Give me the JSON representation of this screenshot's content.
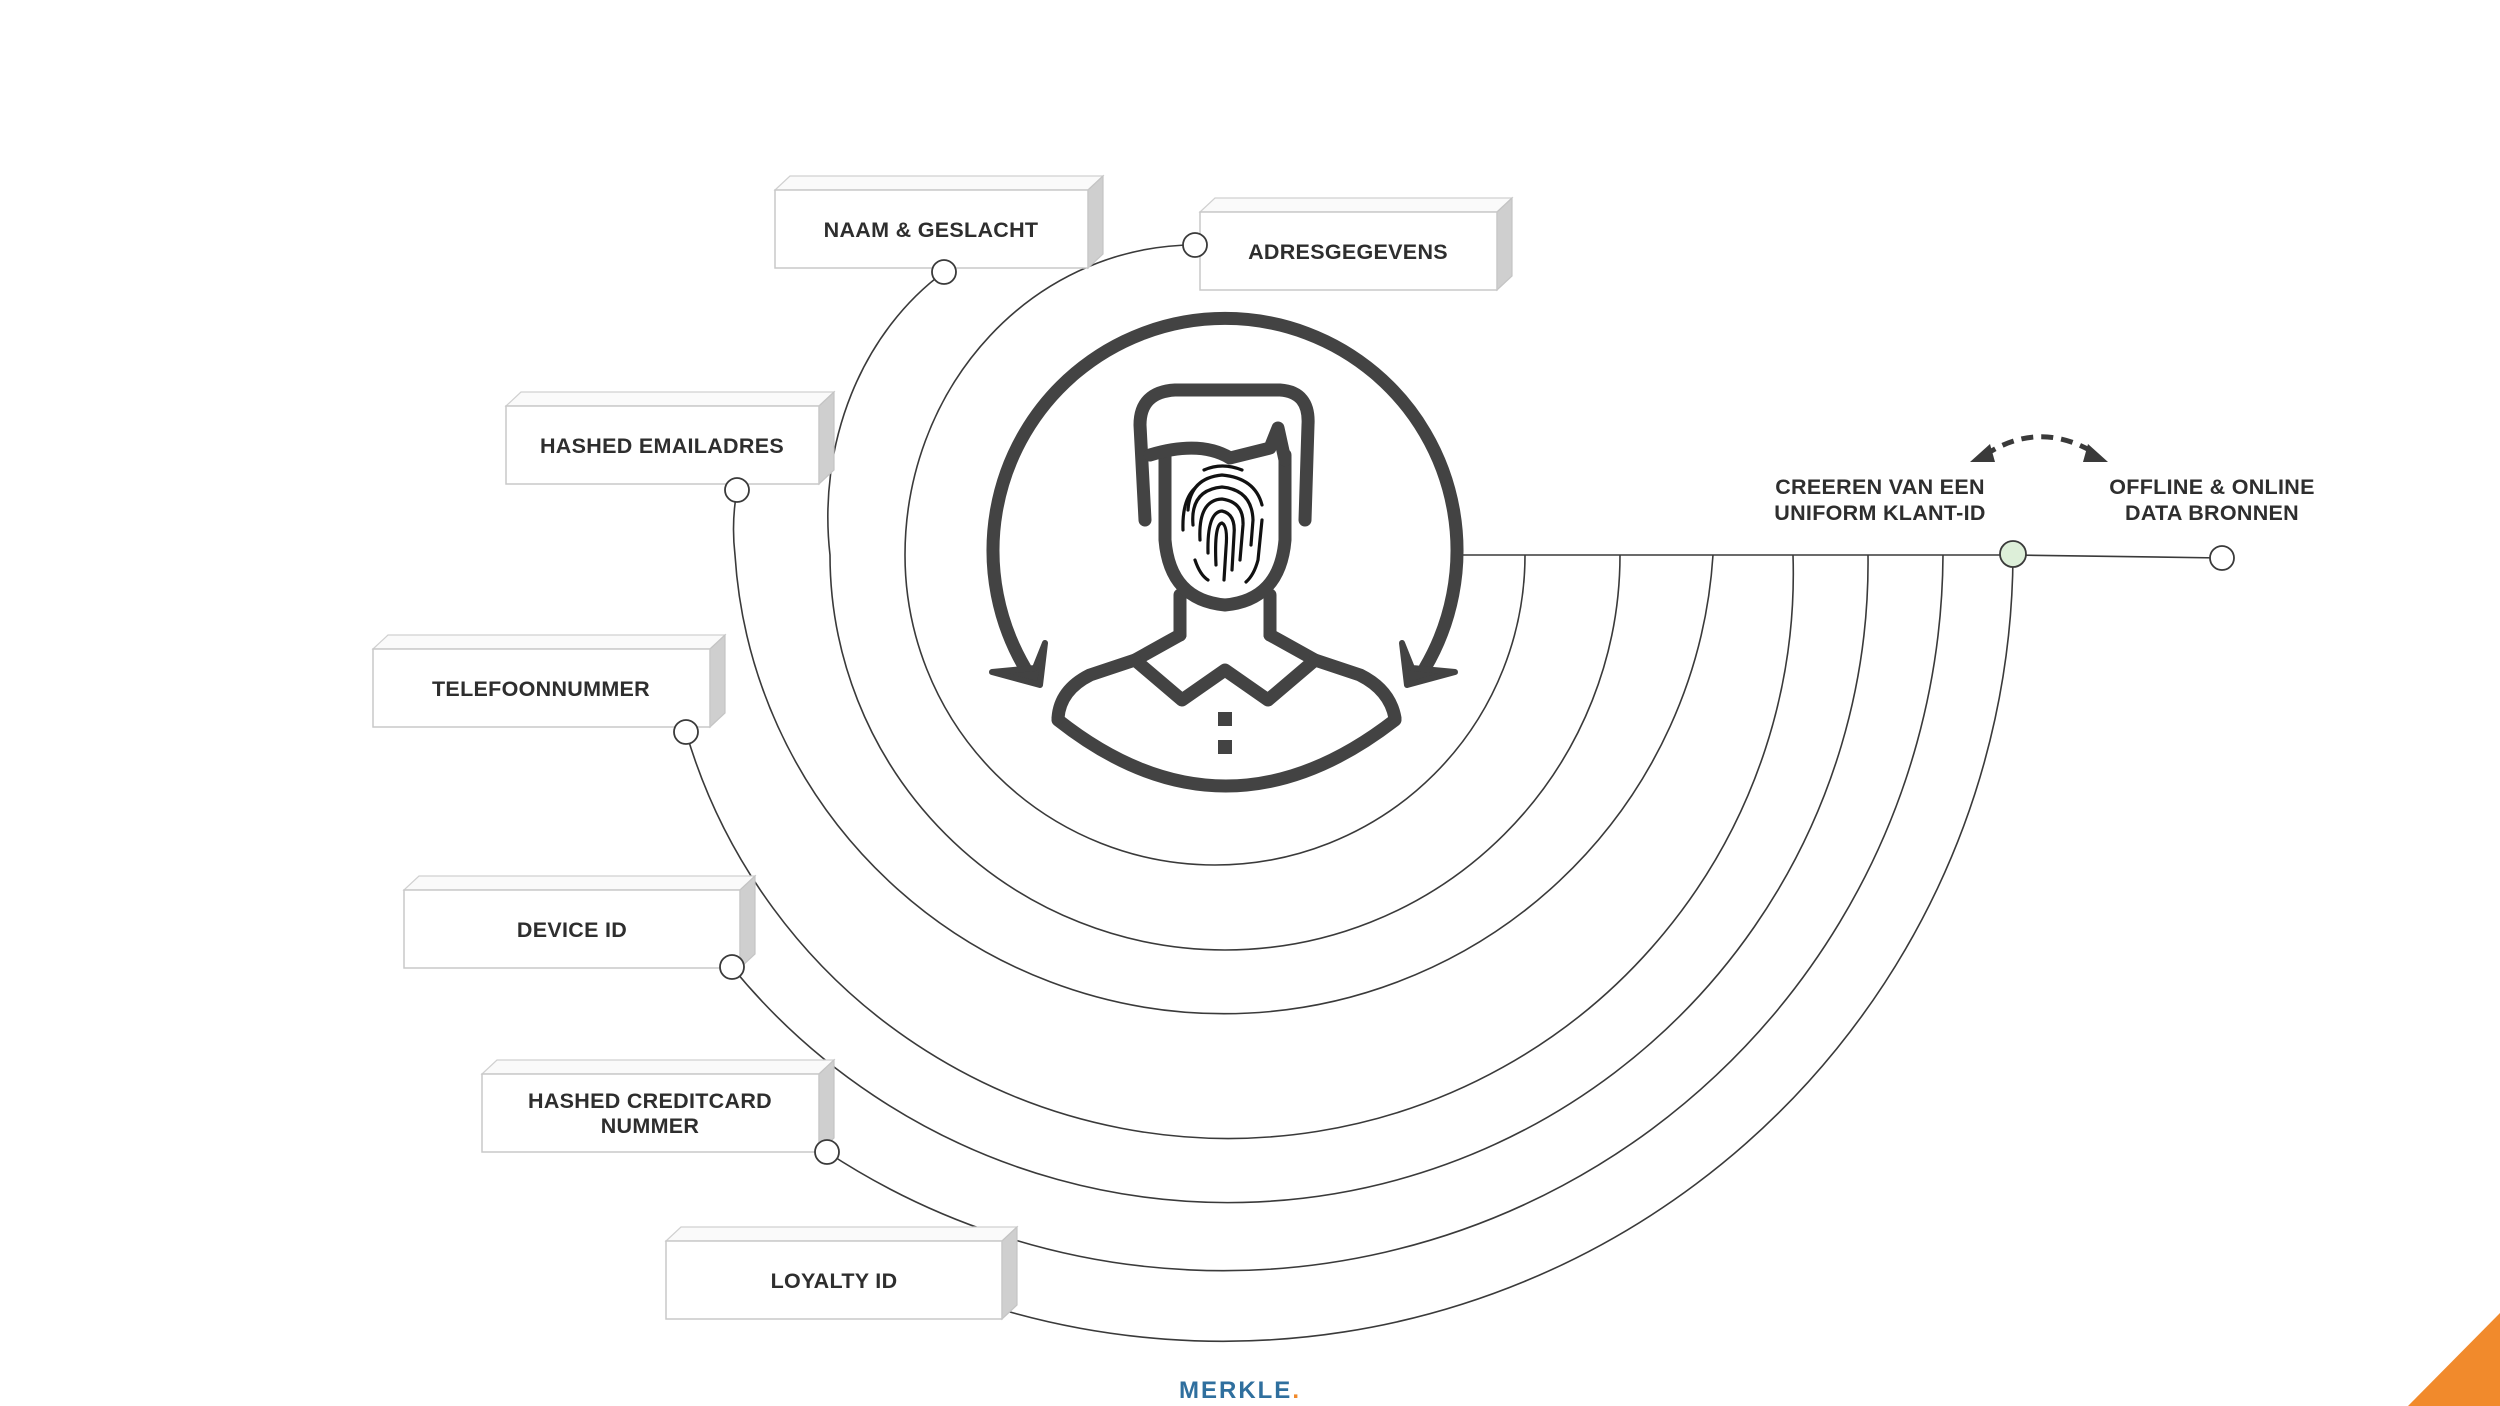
{
  "attributes": [
    {
      "label": "NAAM & GESLACHT"
    },
    {
      "label": "ADRESGEGEVENS"
    },
    {
      "label": "HASHED EMAILADRES"
    },
    {
      "label": "TELEFOONNUMMER"
    },
    {
      "label": "DEVICE ID"
    },
    {
      "label": "HASHED CREDITCARD",
      "label2": "NUMMER"
    },
    {
      "label": "LOYALTY ID"
    }
  ],
  "right": {
    "uniform_line1": "CREEREN VAN EEN",
    "uniform_line2": "UNIFORM KLANT-ID",
    "sources_line1": "OFFLINE & ONLINE",
    "sources_line2": "DATA BRONNEN"
  },
  "footer": {
    "brand": "MERKLE",
    "brand_dot": "."
  },
  "colors": {
    "accent": "#F18A2C",
    "brand": "#2F6F9E",
    "hub_node": "#DDEFD9",
    "line": "#3A3A3A"
  },
  "icons": [
    "person-fingerprint-icon",
    "rotate-arrows-icon",
    "bidirectional-arrow-icon"
  ]
}
